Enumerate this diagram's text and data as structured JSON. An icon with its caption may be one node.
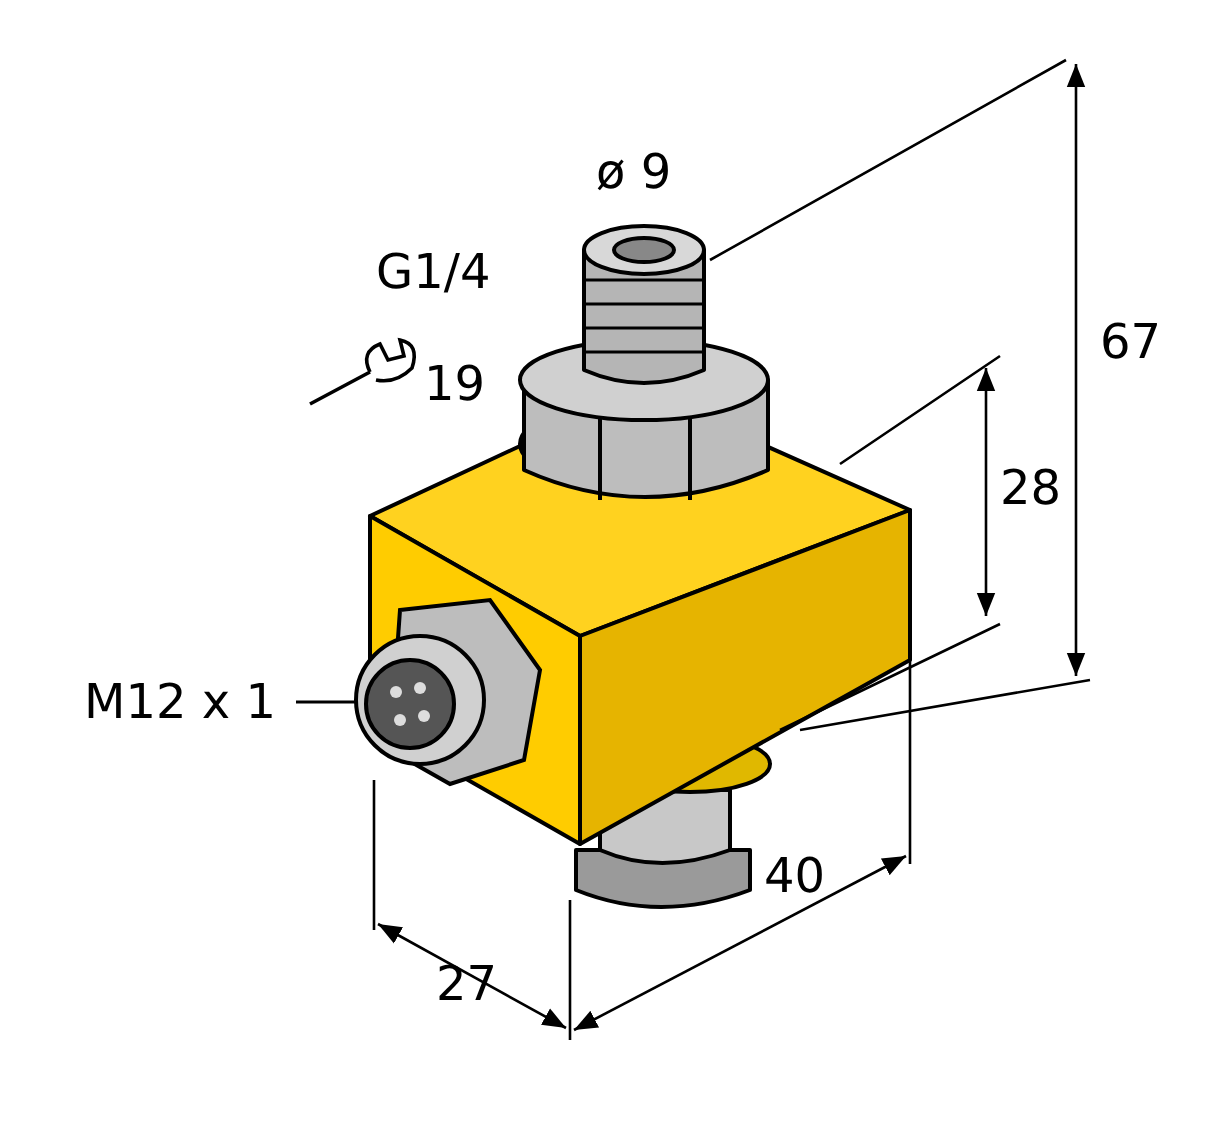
{
  "diagram": {
    "nodes": [
      {
        "text": [
          "M12 x 1"
        ]
      },
      {
        "text": [],
        "shape": "picture"
      }
    ],
    "edges": [
      {
        "from": 0,
        "to": 1,
        "arrow": "none"
      }
    ],
    "labels": [
      "ø 9",
      "G1/4",
      "19",
      "67",
      "28",
      "40",
      "27"
    ]
  }
}
